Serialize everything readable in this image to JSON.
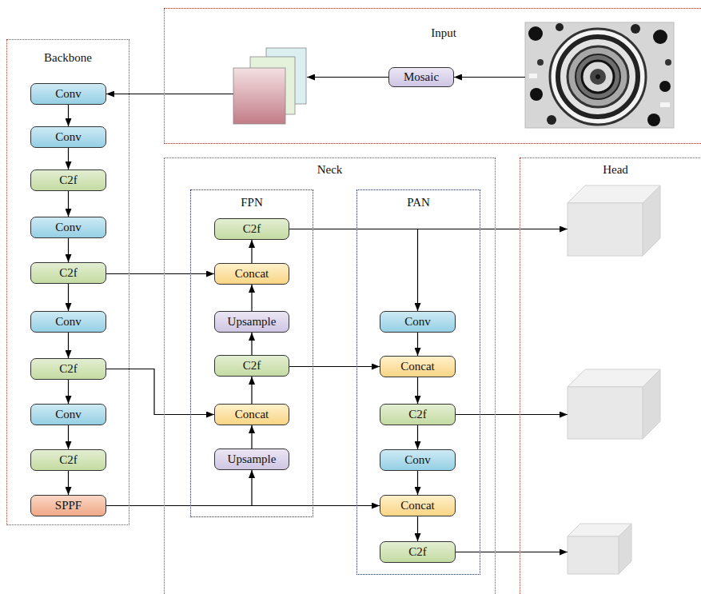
{
  "diagram": {
    "nodes": [
      {
        "text": [
          "Input"
        ]
      },
      {
        "text": [
          "Mosaic"
        ],
        "in": 0
      },
      {
        "text": [
          "Backbone"
        ]
      },
      {
        "text": [
          "Conv"
        ],
        "in": 2
      },
      {
        "text": [
          "Conv"
        ],
        "in": 2
      },
      {
        "text": [
          "C2f"
        ],
        "in": 2
      },
      {
        "text": [
          "Conv"
        ],
        "in": 2
      },
      {
        "text": [
          "C2f"
        ],
        "in": 2
      },
      {
        "text": [
          "Conv"
        ],
        "in": 2
      },
      {
        "text": [
          "C2f"
        ],
        "in": 2
      },
      {
        "text": [
          "Conv"
        ],
        "in": 2
      },
      {
        "text": [
          "C2f"
        ],
        "in": 2
      },
      {
        "text": [
          "SPPF"
        ],
        "in": 2
      },
      {
        "text": [
          "Neck"
        ]
      },
      {
        "text": [
          "FPN"
        ],
        "in": 13
      },
      {
        "text": [
          "C2f"
        ],
        "in": 14
      },
      {
        "text": [
          "Concat"
        ],
        "in": 14
      },
      {
        "text": [
          "Upsample"
        ],
        "in": 14
      },
      {
        "text": [
          "C2f"
        ],
        "in": 14
      },
      {
        "text": [
          "Concat"
        ],
        "in": 14
      },
      {
        "text": [
          "Upsample"
        ],
        "in": 14
      },
      {
        "text": [
          "PAN"
        ],
        "in": 13
      },
      {
        "text": [
          "Conv"
        ],
        "in": 21
      },
      {
        "text": [
          "Concat"
        ],
        "in": 21
      },
      {
        "text": [
          "C2f"
        ],
        "in": 21
      },
      {
        "text": [
          "Conv"
        ],
        "in": 21
      },
      {
        "text": [
          "Concat"
        ],
        "in": 21
      },
      {
        "text": [
          "C2f"
        ],
        "in": 21
      },
      {
        "text": [
          "Head"
        ]
      }
    ],
    "edges": [
      {
        "from": 3,
        "to": 4,
        "arrow": "to"
      },
      {
        "from": 4,
        "to": 5,
        "arrow": "to"
      },
      {
        "from": 5,
        "to": 6,
        "arrow": "to"
      },
      {
        "from": 6,
        "to": 7,
        "arrow": "to"
      },
      {
        "from": 7,
        "to": 8,
        "arrow": "to"
      },
      {
        "from": 8,
        "to": 9,
        "arrow": "to"
      },
      {
        "from": 9,
        "to": 10,
        "arrow": "to"
      },
      {
        "from": 10,
        "to": 11,
        "arrow": "to"
      },
      {
        "from": 11,
        "to": 12,
        "arrow": "to"
      },
      {
        "from": 7,
        "to": 16,
        "arrow": "to"
      },
      {
        "from": 9,
        "to": 19,
        "arrow": "to"
      },
      {
        "from": 12,
        "to": 20,
        "arrow": "to"
      },
      {
        "from": 12,
        "to": 26,
        "arrow": "to"
      },
      {
        "from": 20,
        "to": 19,
        "arrow": "to"
      },
      {
        "from": 19,
        "to": 18,
        "arrow": "to"
      },
      {
        "from": 18,
        "to": 17,
        "arrow": "to"
      },
      {
        "from": 17,
        "to": 16,
        "arrow": "to"
      },
      {
        "from": 16,
        "to": 15,
        "arrow": "to"
      },
      {
        "from": 18,
        "to": 23,
        "arrow": "to"
      },
      {
        "from": 15,
        "to": 22,
        "arrow": "to"
      },
      {
        "from": 22,
        "to": 23,
        "arrow": "to"
      },
      {
        "from": 23,
        "to": 24,
        "arrow": "to"
      },
      {
        "from": 24,
        "to": 25,
        "arrow": "to"
      },
      {
        "from": 25,
        "to": 26,
        "arrow": "to"
      },
      {
        "from": 26,
        "to": 27,
        "arrow": "to"
      }
    ]
  }
}
